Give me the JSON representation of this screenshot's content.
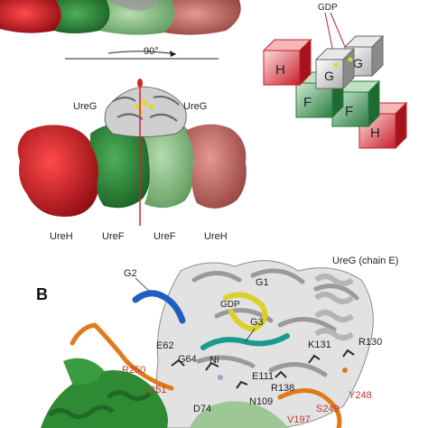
{
  "panel_a": {
    "rotation_label": "90°",
    "side_view_labels": {
      "ureg_left": "UreG",
      "ureg_right": "UreG",
      "ureh_left": "UreH",
      "uref_left": "UreF",
      "uref_right": "UreF",
      "ureh_right": "UreH"
    },
    "schematic": {
      "gdp": "GDP",
      "g_left": "G",
      "g_right": "G",
      "f_left": "F",
      "f_right": "F",
      "h_left": "H",
      "h_right": "H"
    },
    "colors": {
      "ureh_left": "#c8141e",
      "uref_left": "#2e8b3a",
      "uref_right": "#8fbf8a",
      "ureh_right": "#c46a66",
      "ureg": "#b8b8b8",
      "gdp": "#e6d52a",
      "axis": "#d81f26"
    }
  },
  "panel_b": {
    "panel_letter": "B",
    "chain_label": "UreG (chain E)",
    "residue_labels": {
      "g2": "G2",
      "g1": "G1",
      "gdp": "GDP",
      "g3": "G3",
      "e62": "E62",
      "g64": "G64",
      "ni": "Ni",
      "k131": "K131",
      "r130": "R130",
      "e111": "E111",
      "r138": "R138",
      "n109": "N109",
      "d74": "D74"
    },
    "red_labels": {
      "r250": "R250",
      "l251": "L251",
      "y248": "Y248",
      "s249": "S249",
      "v197": "V197"
    },
    "colors": {
      "g1_loop": "#d9d12a",
      "g2_loop": "#1f5fbf",
      "g3_loop": "#1a9a8f",
      "uref_helix": "#2f8a34",
      "orange_loop": "#e07a1a",
      "red_text": "#c0392b"
    }
  }
}
